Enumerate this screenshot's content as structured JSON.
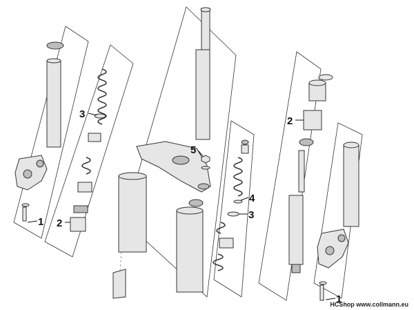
{
  "callouts": {
    "c1_left": "1",
    "c2_left": "2",
    "c3_left": "3",
    "c5_center": "5",
    "c4_center": "4",
    "c3_center": "3",
    "c2_right": "2",
    "c1_right": "1"
  },
  "watermark": "HCShop www.collmann.eu",
  "colors": {
    "line": "#333333",
    "part_fill": "#e6e6e6",
    "background": "#ffffff"
  }
}
